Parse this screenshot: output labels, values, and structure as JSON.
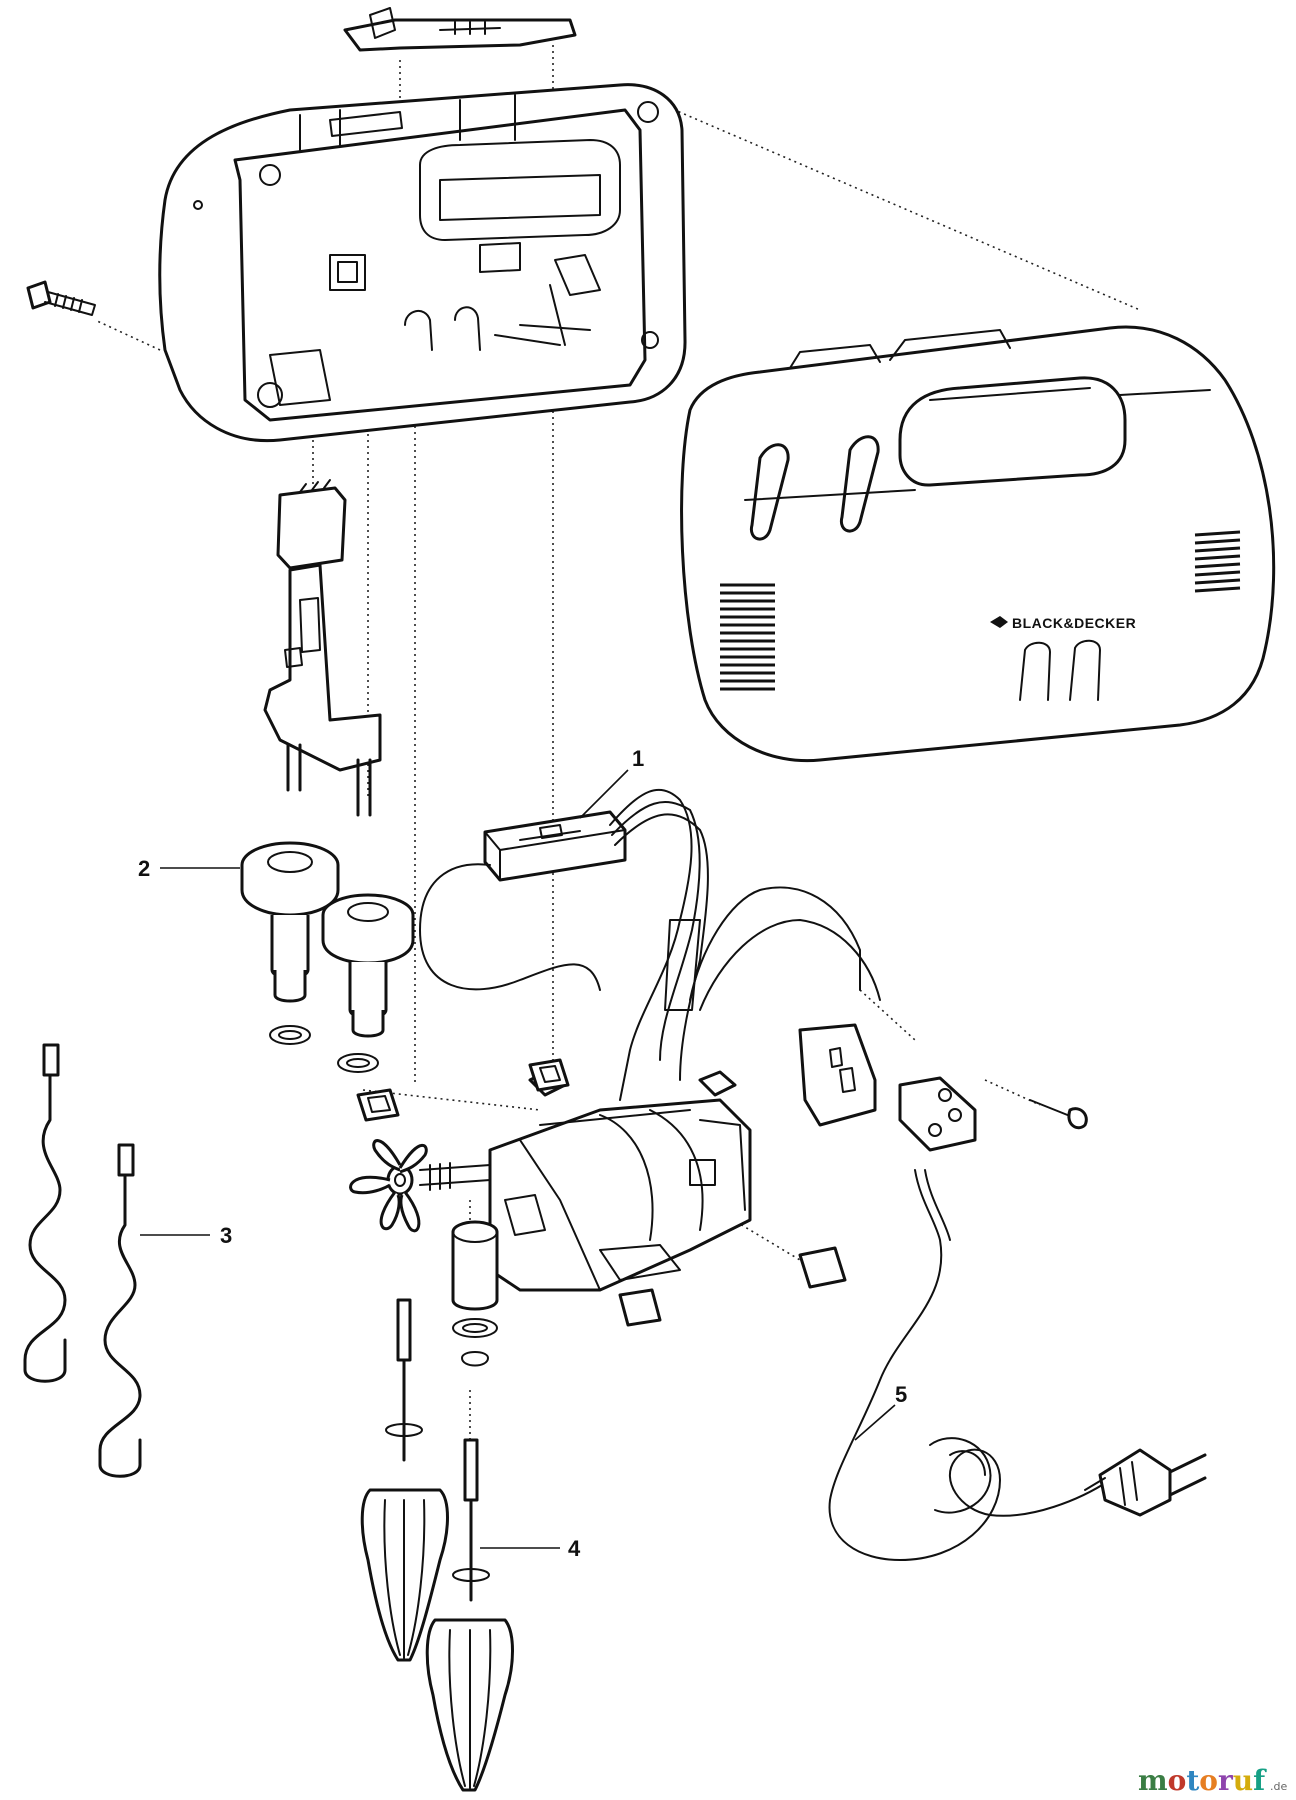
{
  "diagram": {
    "brand_label": "BLACK&DECKER",
    "part_numbers": {
      "p1": "1",
      "p2": "2",
      "p3": "3",
      "p4": "4",
      "p5": "5"
    }
  },
  "watermark": {
    "letters": [
      "m",
      "o",
      "t",
      "o",
      "r",
      "u",
      "f"
    ],
    "suffix": ".de",
    "colors": [
      "#3a7d44",
      "#c0392b",
      "#2e86c1",
      "#e67e22",
      "#8e44ad",
      "#d4ac0d",
      "#16a085"
    ]
  }
}
